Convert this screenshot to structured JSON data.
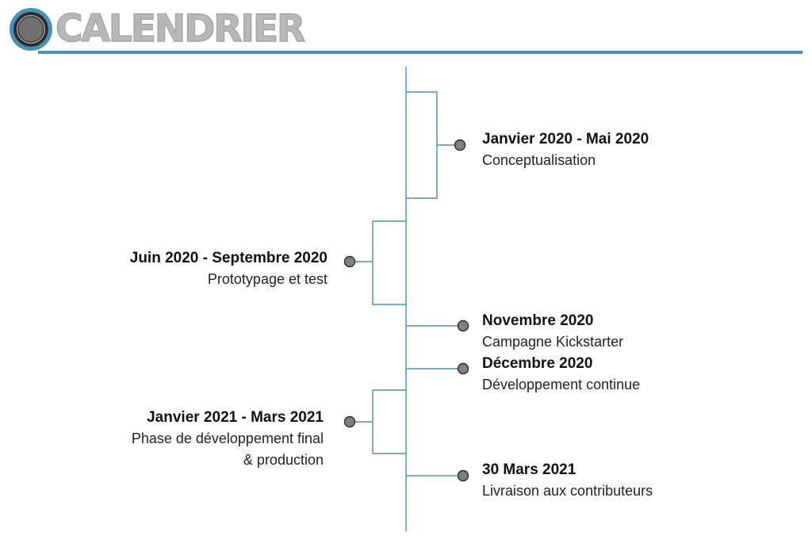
{
  "header": {
    "title": "CALENDRIER"
  },
  "colors": {
    "line": "#4a8fb4",
    "dot_fill": "#808080",
    "dot_stroke": "#2b2b2b",
    "title": "#b8b8b8"
  },
  "events": [
    {
      "date": "Janvier 2020 - Mai 2020",
      "description": "Conceptualisation",
      "side": "right"
    },
    {
      "date": "Juin 2020 - Septembre 2020",
      "description": "Prototypage et test",
      "side": "left"
    },
    {
      "date": "Novembre 2020",
      "description": "Campagne Kickstarter",
      "side": "right"
    },
    {
      "date": "Décembre 2020",
      "description": "Développement continue",
      "side": "right"
    },
    {
      "date": "Janvier 2021 - Mars 2021",
      "description": "Phase de développement final\n& production",
      "side": "left"
    },
    {
      "date": "30 Mars 2021",
      "description": "Livraison aux contributeurs",
      "side": "right"
    }
  ]
}
